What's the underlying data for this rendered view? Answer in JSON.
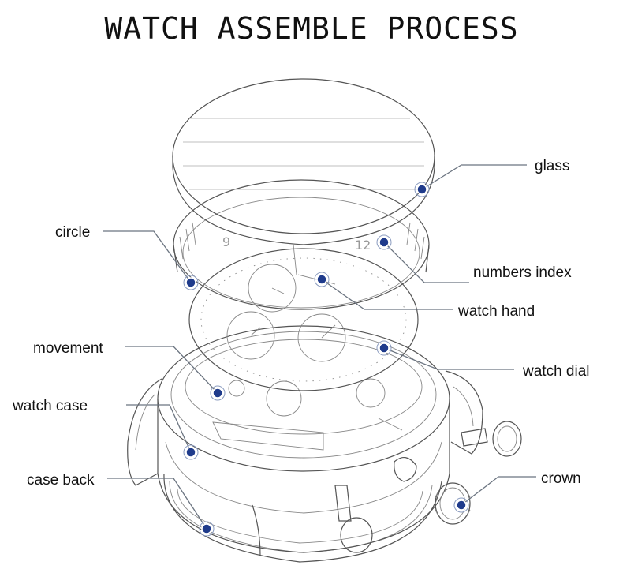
{
  "title": "WATCH ASSEMBLE PROCESS",
  "labels": {
    "glass": "glass",
    "circle": "circle",
    "numbers_index": "numbers index",
    "watch_hand": "watch hand",
    "movement": "movement",
    "watch_dial": "watch dial",
    "watch_case": "watch case",
    "case_back": "case back",
    "crown": "crown"
  },
  "colors": {
    "marker": "#1f3b8c",
    "leader_line": "#6b7480",
    "line_art": "#555555"
  }
}
